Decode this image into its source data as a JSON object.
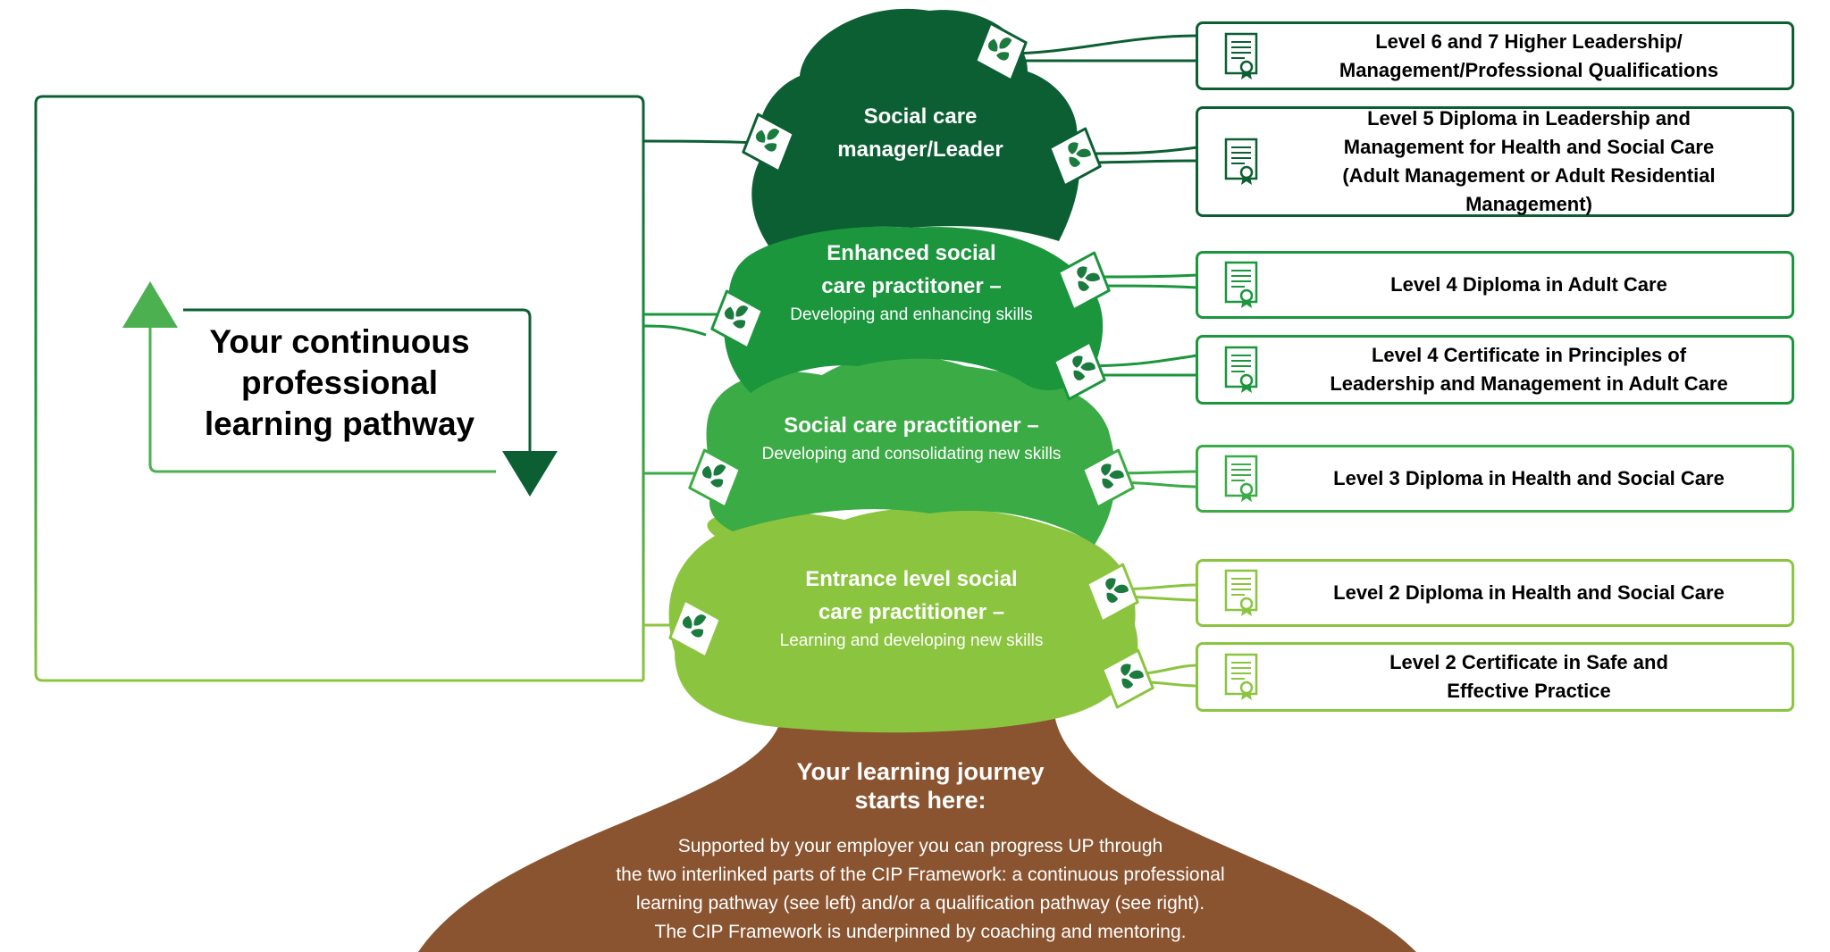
{
  "pathway": {
    "title": "Your continuous professional learning pathway"
  },
  "levels": [
    {
      "title_line1": "Social care",
      "title_line2": "manager/Leader",
      "subtitle": "",
      "color": "#0c5f33"
    },
    {
      "title_line1": "Enhanced social",
      "title_line2": "care practitoner –",
      "subtitle": "Developing and enhancing skills",
      "color": "#1b963d"
    },
    {
      "title_line1": "Social care practitioner –",
      "title_line2": "",
      "subtitle": "Developing and consolidating new skills",
      "color": "#3bab45"
    },
    {
      "title_line1": "Entrance level social",
      "title_line2": "care practitioner –",
      "subtitle": "Learning and developing new skills",
      "color": "#8bc53f"
    }
  ],
  "qualifications": [
    {
      "lines": [
        "Level 6 and 7 Higher Leadership/",
        "Management/Professional Qualifications"
      ]
    },
    {
      "lines": [
        "Level 5 Diploma in Leadership and",
        "Management for Health and Social Care",
        "(Adult Management or Adult Residential Management)"
      ]
    },
    {
      "lines": [
        "Level 4 Diploma in Adult Care"
      ]
    },
    {
      "lines": [
        "Level 4 Certificate in Principles of",
        "Leadership and Management in Adult Care"
      ]
    },
    {
      "lines": [
        "Level 3 Diploma in Health and Social Care"
      ]
    },
    {
      "lines": [
        "Level 2 Diploma in Health and Social Care"
      ]
    },
    {
      "lines": [
        "Level 2 Certificate in Safe and",
        "Effective Practice"
      ]
    }
  ],
  "trunk": {
    "heading_line1": "Your learning journey",
    "heading_line2": "starts here:",
    "body_lines": [
      "Supported by your employer you can progress UP through",
      "the two interlinked parts of the CIP Framework: a continuous professional",
      "learning pathway (see left) and/or a qualification pathway (see right).",
      "The CIP Framework is underpinned by coaching and mentoring."
    ],
    "color": "#8a5430"
  },
  "colors": {
    "dark_green": "#0c5f33",
    "mid_green": "#1b963d",
    "green": "#3bab45",
    "light_green": "#8bc53f",
    "arrow_up": "#4caf50",
    "arrow_down": "#0c5f33"
  },
  "icons": {
    "qualification": "certificate-icon",
    "connector": "leaf-icon"
  }
}
